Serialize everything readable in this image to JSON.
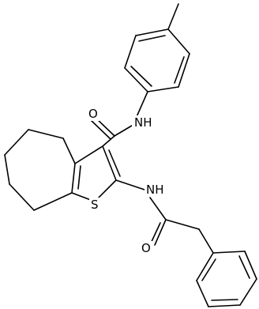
{
  "molecule": {
    "colors": {
      "bond": "#000000",
      "background": "#ffffff"
    },
    "atom_labels": {
      "amide_nh_upper": "NH",
      "amide_o_upper": "O",
      "amide_nh_lower": "NH",
      "thiophene_s": "S",
      "amide_o_lower": "O"
    }
  }
}
